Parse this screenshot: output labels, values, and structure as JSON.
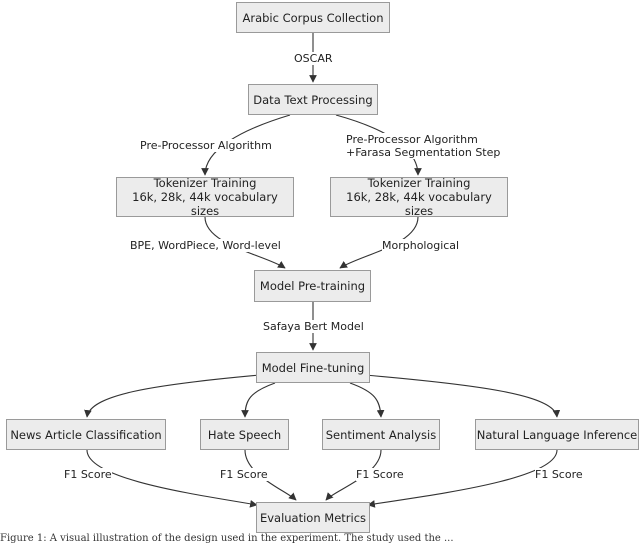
{
  "nodes": {
    "corpus": "Arabic Corpus Collection",
    "processing": "Data Text Processing",
    "tok_left": "Tokenizer Training\n16k, 28k, 44k vocabulary sizes",
    "tok_right": "Tokenizer Training\n16k, 28k, 44k vocabulary sizes",
    "pretrain": "Model Pre-training",
    "finetune": "Model Fine-tuning",
    "news": "News Article Classification",
    "hate": "Hate Speech",
    "sentiment": "Sentiment Analysis",
    "nli": "Natural Language Inference",
    "metrics": "Evaluation Metrics"
  },
  "edge_labels": {
    "oscar": "OSCAR",
    "preproc_left": "Pre-Processor Algorithm",
    "preproc_right": "Pre-Processor Algorithm\n+Farasa Segmentation Step",
    "bpe": "BPE, WordPiece, Word-level",
    "morph": "Morphological",
    "safaya": "Safaya Bert Model",
    "f1_news": "F1 Score",
    "f1_hate": "F1 Score",
    "f1_sentiment": "F1 Score",
    "f1_nli": "F1 Score"
  },
  "caption": "Figure 1: A visual illustration of the design used in the experiment. The study used the ..."
}
